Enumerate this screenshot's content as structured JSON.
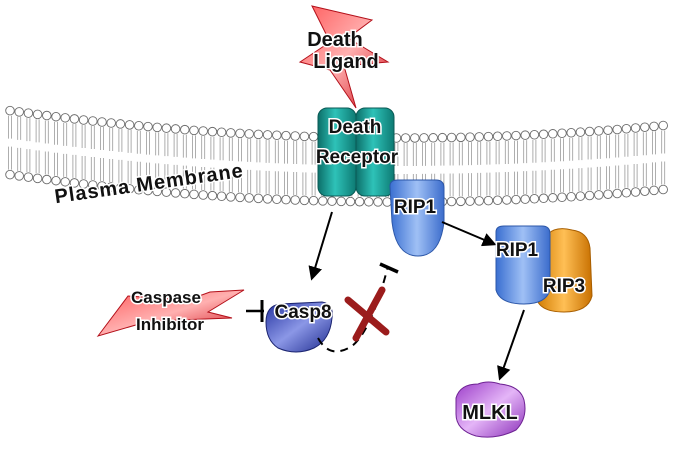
{
  "labels": {
    "death_ligand_line1": "Death",
    "death_ligand_line2": "Ligand",
    "plasma_membrane": "Plasma Membrane",
    "death_receptor_line1": "Death",
    "death_receptor_line2": "Receptor",
    "rip1_top": "RIP1",
    "rip1_complex": "RIP1",
    "rip3": "RIP3",
    "caspase_inhibitor_line1": "Caspase",
    "caspase_inhibitor_line2": "Inhibitor",
    "casp8": "Casp8",
    "mlkl": "MLKL"
  },
  "colors": {
    "ligand_red": "#e8202a",
    "receptor_teal": "#17968f",
    "rip1_blue": "#5b8ee0",
    "rip3_orange": "#e8900f",
    "casp8_navy": "#2b3aa0",
    "mlkl_purple": "#b04fd6",
    "block_x_red": "#9b1c1c"
  }
}
